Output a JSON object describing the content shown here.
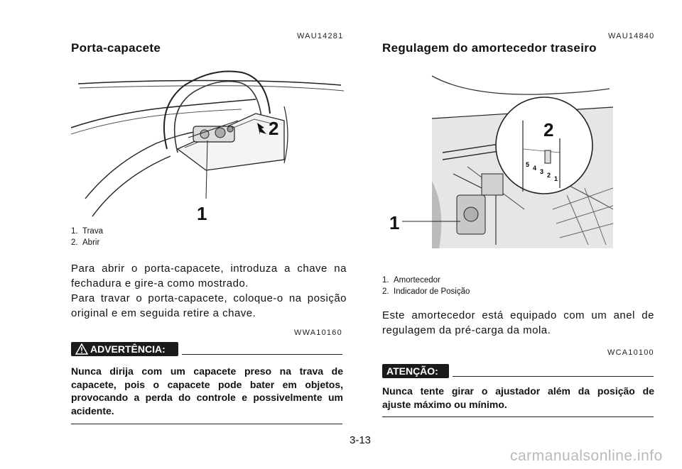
{
  "left": {
    "code": "WAU14281",
    "title": "Porta-capacete",
    "figure": {
      "callouts": [
        "1",
        "2"
      ]
    },
    "legend": [
      {
        "num": "1.",
        "text": "Trava"
      },
      {
        "num": "2.",
        "text": "Abrir"
      }
    ],
    "body": [
      "Para abrir o porta-capacete, introduza a chave na",
      "fechadura e gire-a como mostrado.",
      "Para travar o porta-capacete, coloque-o na posição",
      "original e em seguida retire a chave."
    ],
    "warning": {
      "code": "WWA10160",
      "icon": "warning-triangle-icon",
      "label": "ADVERTÊNCIA:",
      "text": [
        "Nunca dirija com um capacete preso na trava de",
        "capacete, pois o capacete pode bater em objetos,",
        "provocando a perda do controle e possivelmente um",
        "acidente."
      ]
    }
  },
  "right": {
    "code": "WAU14840",
    "title": "Regulagem do amortecedor traseiro",
    "figure": {
      "callouts": [
        "1",
        "2"
      ],
      "scale_marks": [
        "5",
        "4",
        "3",
        "2",
        "1"
      ]
    },
    "legend": [
      {
        "num": "1.",
        "text": "Amortecedor"
      },
      {
        "num": "2.",
        "text": "Indicador de Posição"
      }
    ],
    "body": [
      "Este amortecedor está equipado com um anel de",
      "regulagem da pré-carga da mola."
    ],
    "caution": {
      "code": "WCA10100",
      "label": "ATENÇÃO:",
      "text": [
        "Nunca tente girar o ajustador além da posição de",
        "ajuste máximo ou mínimo."
      ]
    }
  },
  "page_number": "3-13",
  "watermark": "carmanualsonline.info",
  "colors": {
    "ink": "#111111",
    "label_bg": "#1a1a1a",
    "label_fg": "#ffffff",
    "watermark": "#b9b9b9"
  }
}
